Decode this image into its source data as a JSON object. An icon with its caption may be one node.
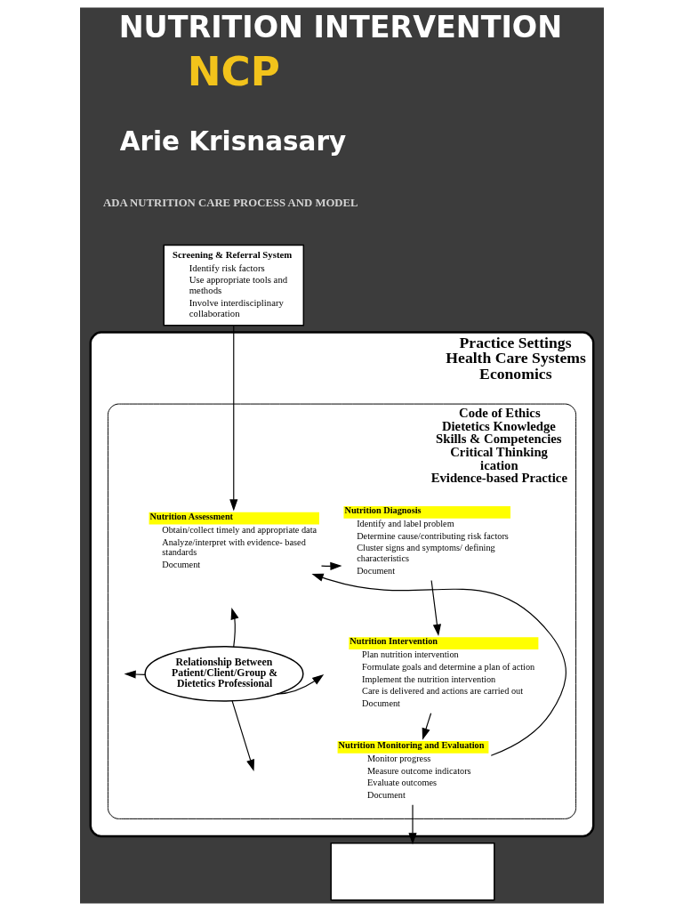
{
  "diagram": {
    "title": "NUTRITION INTERVENTION",
    "nodes": [
      {
        "text": [
          "Screening & Referral System",
          "Identify risk factors",
          "Use appropriate tools and methods",
          "Involve interdisciplinary collaboration"
        ]
      },
      {
        "text": [
          "Practice Settings",
          "Health Care Systems",
          "Economics"
        ]
      },
      {
        "text": [
          "Code of Ethics",
          "Dietetics Knowledge",
          "Skills & Competencies",
          "Critical Thinking",
          "ication",
          "Evidence-based Practice"
        ],
        "in": 1
      },
      {
        "text": [
          "Nutrition Assessment",
          "Obtain/collect timely and appropriate data",
          "Analyze/interpret with evidence- based standards",
          "Document"
        ],
        "in": 2
      },
      {
        "text": [
          "Nutrition Diagnosis",
          "Identify and label problem",
          "Determine cause/contributing risk factors",
          "Cluster signs and symptoms/ defining characteristics",
          "Document"
        ],
        "in": 2
      },
      {
        "text": [
          "Relationship Between Patient/Client/Group & Dietetics Professional"
        ],
        "in": 2
      },
      {
        "text": [
          "Nutrition Intervention",
          "Plan nutrition intervention",
          "Formulate goals and determine a plan of action",
          "Implement the nutrition intervention",
          "Care is delivered and actions are carried out",
          "Document"
        ],
        "in": 2
      },
      {
        "text": [
          "Nutrition Monitoring and Evaluation",
          "Monitor progress",
          "Measure outcome indicators",
          "Evaluate outcomes",
          "Document"
        ],
        "in": 2
      },
      {
        "text": [],
        "shape": "box"
      }
    ],
    "edges": [
      {
        "from": 0,
        "to": 3,
        "arrow": "to"
      },
      {
        "from": 3,
        "to": 4,
        "arrow": "to"
      },
      {
        "from": 4,
        "to": 6,
        "arrow": "to"
      },
      {
        "from": 6,
        "to": 7,
        "arrow": "to"
      },
      {
        "from": 7,
        "to": 3,
        "arrow": "to"
      },
      {
        "from": 7,
        "to": 8,
        "arrow": "to"
      },
      {
        "from": 5,
        "to": null,
        "arrow": "to"
      },
      {
        "from": 5,
        "to": null,
        "arrow": "to"
      },
      {
        "from": 5,
        "to": null,
        "arrow": "to"
      },
      {
        "from": 5,
        "to": null,
        "arrow": "to"
      }
    ],
    "labels": [
      "NCP",
      "Arie Krisnasary",
      "ADA NUTRITION CARE PROCESS AND MODEL"
    ]
  }
}
